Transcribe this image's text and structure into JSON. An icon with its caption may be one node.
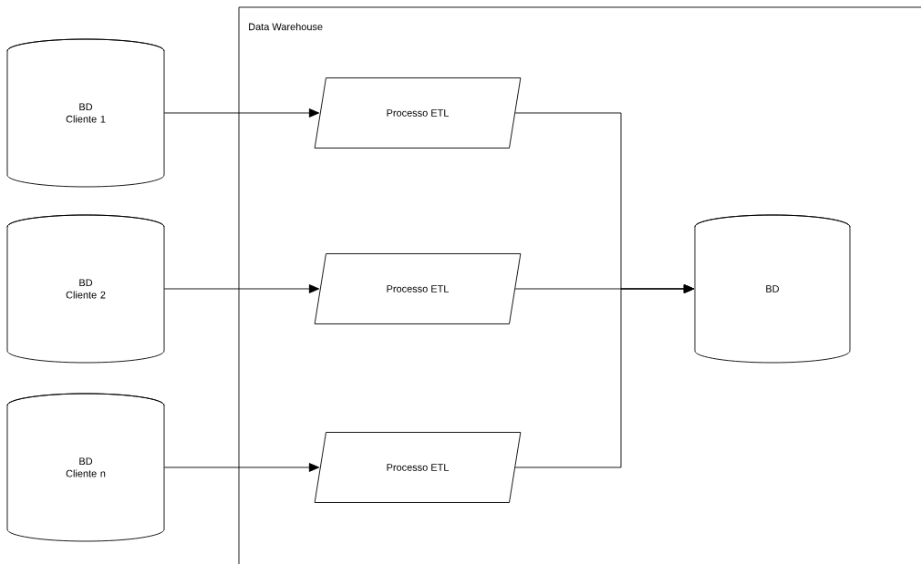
{
  "diagram": {
    "nodes": [
      {
        "text": [
          "Data Warehouse"
        ]
      },
      {
        "text": [
          "BD Cliente 1"
        ]
      },
      {
        "text": [
          "Processo ETL"
        ],
        "in": 0
      },
      {
        "text": [
          "BD Cliente 2"
        ]
      },
      {
        "text": [
          "Processo ETL"
        ],
        "in": 0
      },
      {
        "text": [
          "BD Cliente n"
        ]
      },
      {
        "text": [
          "Processo ETL"
        ],
        "in": 0
      },
      {
        "text": [
          "BD"
        ],
        "in": 0
      }
    ],
    "edges": [
      {
        "from": 1,
        "to": 2,
        "arrow": "to"
      },
      {
        "from": 3,
        "to": 4,
        "arrow": "to"
      },
      {
        "from": 5,
        "to": 6,
        "arrow": "to"
      },
      {
        "from": 2,
        "to": 7,
        "arrow": "to"
      },
      {
        "from": 4,
        "to": 7,
        "arrow": "to"
      },
      {
        "from": 6,
        "to": 7,
        "arrow": "to"
      }
    ]
  }
}
